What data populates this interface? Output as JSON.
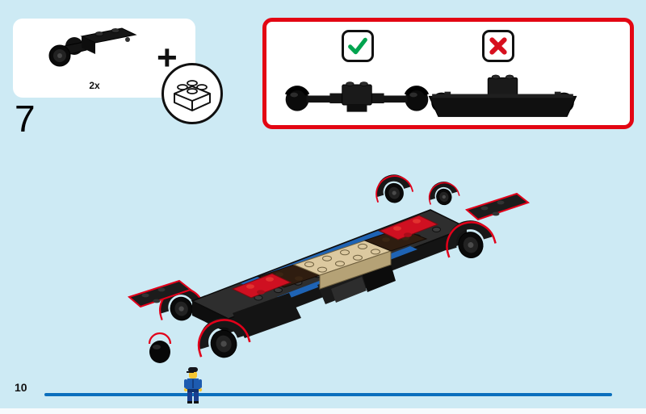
{
  "page": {
    "step_number": "7",
    "page_number": "10",
    "background_color": "#cdeaf4"
  },
  "parts_callout": {
    "quantity": "2x",
    "plus_label": "+",
    "part": "black-wheel-axle-assembly",
    "badge_icon": "new-brick-icon"
  },
  "comparison": {
    "border_color": "#e30613",
    "correct": {
      "icon": "check-icon",
      "color": "#00a44f",
      "image": "axle-with-wheels-correct"
    },
    "incorrect": {
      "icon": "cross-icon",
      "color": "#d70f1e",
      "image": "axle-with-fender-incorrect"
    }
  },
  "illustration": {
    "subject": "car-chassis-with-new-wheel-assemblies-highlighted",
    "highlight_color": "#e2001a",
    "part_colors": {
      "chassis_black": "#1d1d1d",
      "plate_red": "#cf1021",
      "rail_blue": "#1e63b4",
      "brick_tan": "#dcc9a0",
      "brick_brown": "#2f1d10"
    }
  },
  "footer": {
    "progress_line_color": "#0b6fbd",
    "marker": "police-minifigure"
  }
}
